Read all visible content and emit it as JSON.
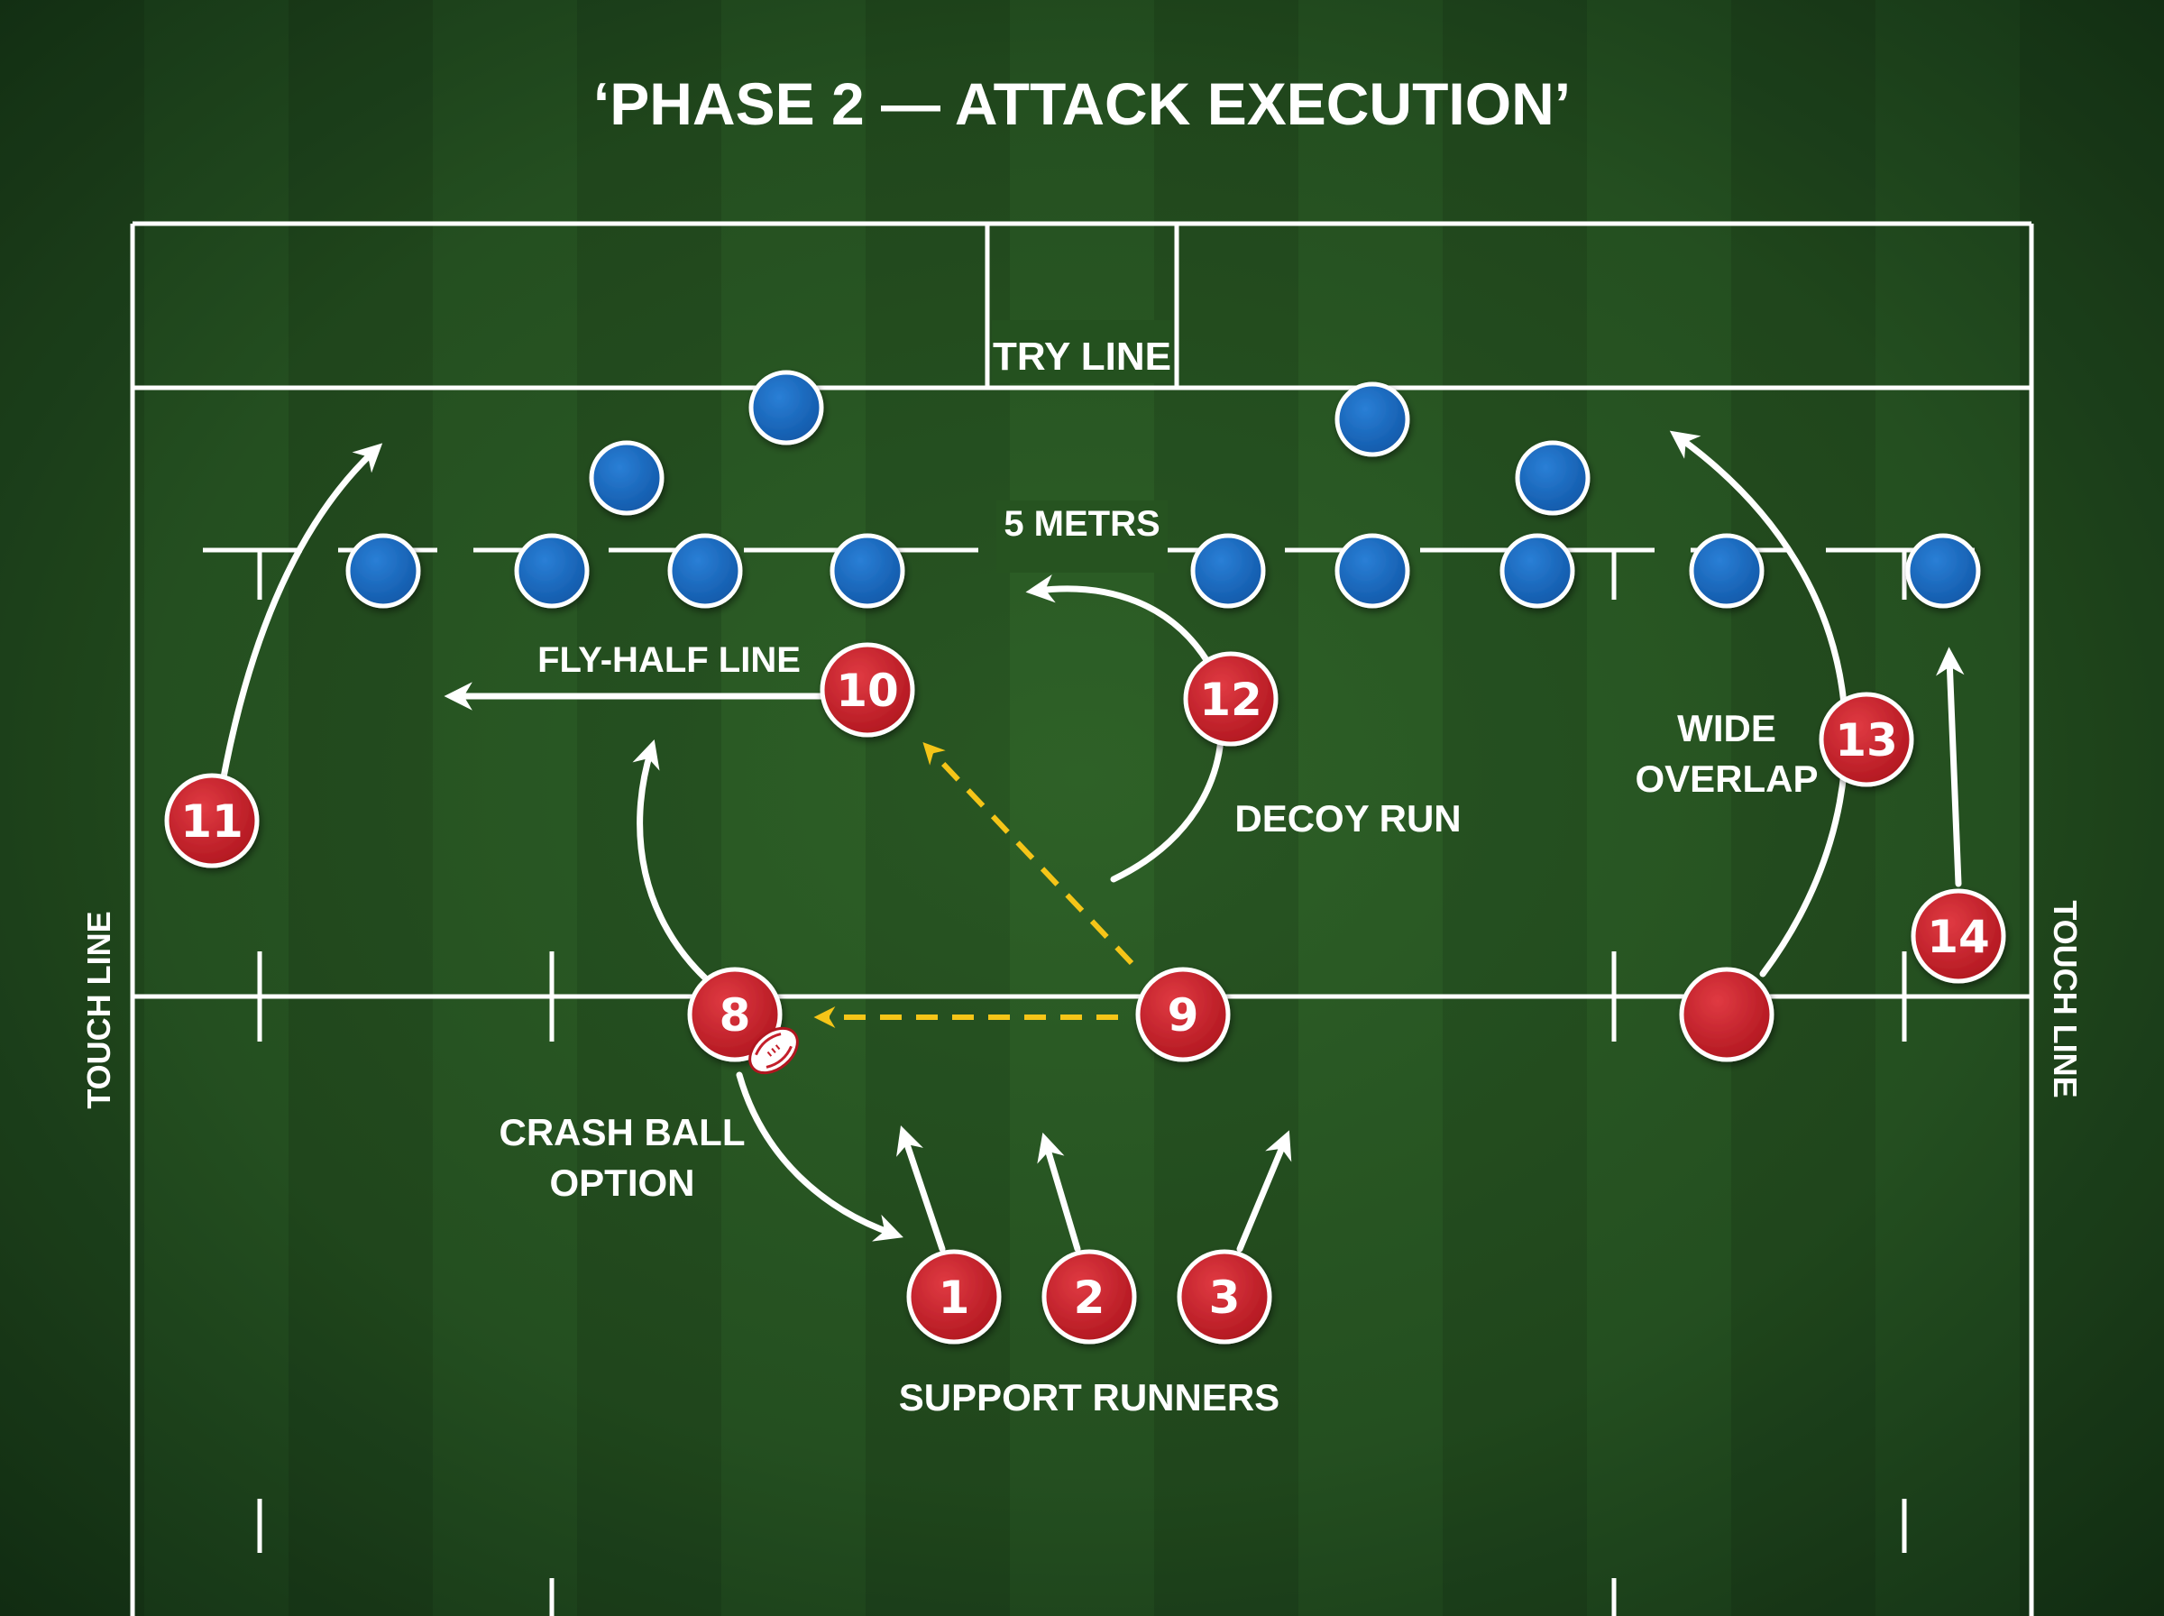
{
  "title": "‘PHASE 2 — ATTACK EXECUTION’",
  "labels": {
    "try_line": "TRY LINE",
    "five_metres": "5 METRS",
    "fly_half_line": "FLY-HALF LINE",
    "decoy_run": "DECOY RUN",
    "wide_overlap_1": "WIDE",
    "wide_overlap_2": "OVERLAP",
    "crash_ball_1": "CRASH BALL",
    "crash_ball_2": "OPTION",
    "support_runners": "SUPPORT RUNNERS",
    "touch_line_left": "TOUCH LINE",
    "touch_line_right": "TOUCH LINE"
  },
  "attackers": [
    "1",
    "2",
    "3",
    "8",
    "9",
    "10",
    "11",
    "12",
    "13",
    "14"
  ],
  "colors": {
    "attack": "#c41e2a",
    "defence": "#1763b6",
    "pass_line": "#f5c518",
    "run_line": "#ffffff",
    "pitch": "#21491d"
  },
  "icons": {
    "ball": "rugby-ball-icon"
  }
}
